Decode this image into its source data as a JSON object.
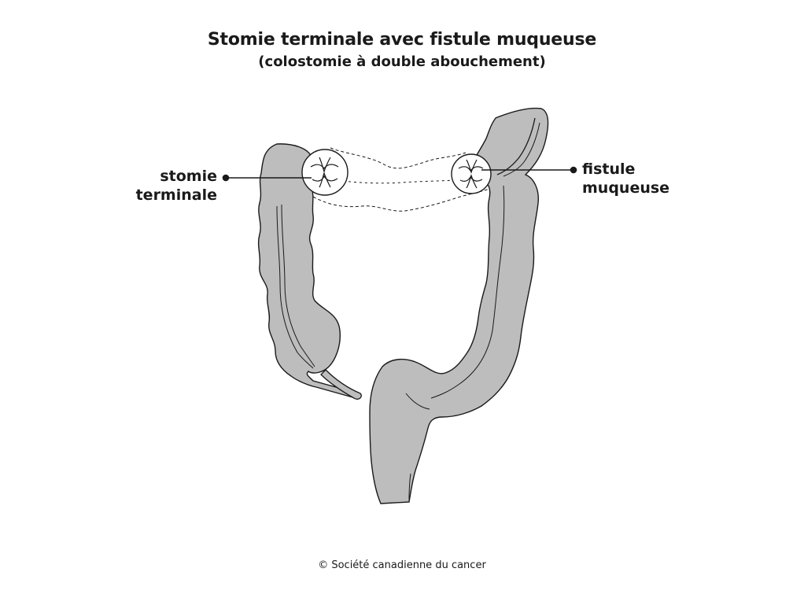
{
  "title": "Stomie terminale avec fistule muqueuse",
  "subtitle": "(colostomie à double abouchement)",
  "labels": {
    "end_stoma": [
      "stomie",
      "terminale"
    ],
    "mucous_fistula": [
      "fistule",
      "muqueuse"
    ]
  },
  "copyright": "© Société canadienne du cancer",
  "colors": {
    "colon_fill": "#bdbdbd",
    "outline": "#1a1a1a",
    "background": "#ffffff"
  }
}
